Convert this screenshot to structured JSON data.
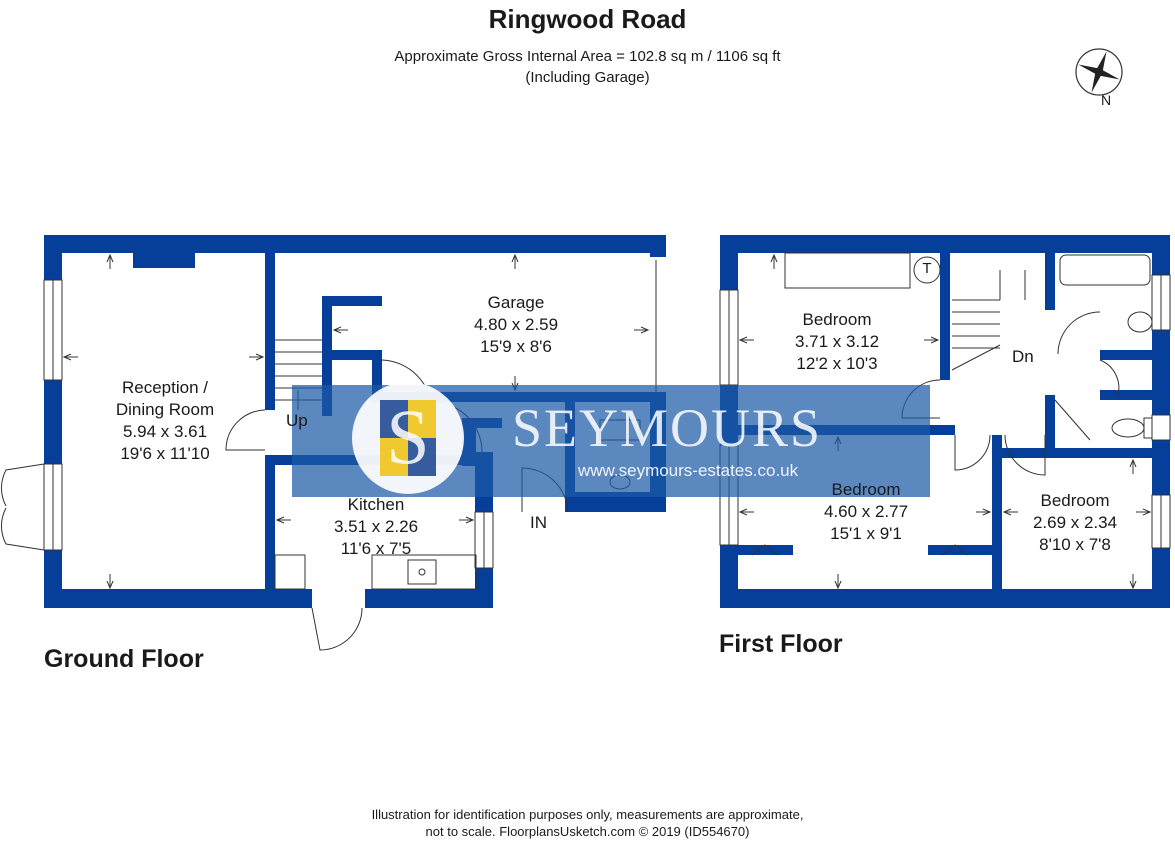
{
  "header": {
    "title": "Ringwood Road",
    "area_line": "Approximate Gross Internal Area = 102.8 sq m / 1106 sq ft",
    "area_note": "(Including Garage)",
    "compass_label": "N"
  },
  "ground_floor": {
    "label": "Ground Floor",
    "rooms": {
      "reception": {
        "name_line1": "Reception /",
        "name_line2": "Dining Room",
        "metric": "5.94 x 3.61",
        "imperial": "19'6 x 11'10"
      },
      "garage": {
        "name": "Garage",
        "metric": "4.80 x 2.59",
        "imperial": "15'9 x 8'6"
      },
      "kitchen": {
        "name": "Kitchen",
        "metric": "3.51 x 2.26",
        "imperial": "11'6 x 7'5"
      }
    },
    "stairs_label": "Up",
    "entrance_label": "IN"
  },
  "first_floor": {
    "label": "First Floor",
    "rooms": {
      "bedroom1": {
        "name": "Bedroom",
        "metric": "3.71 x 3.12",
        "imperial": "12'2 x 10'3"
      },
      "bedroom2": {
        "name": "Bedroom",
        "metric": "4.60 x 2.77",
        "imperial": "15'1 x 9'1"
      },
      "bedroom3": {
        "name": "Bedroom",
        "metric": "2.69 x 2.34",
        "imperial": "8'10 x 7'8"
      }
    },
    "stairs_label": "Dn",
    "tank_label": "T"
  },
  "watermark": {
    "logo_text": "S",
    "brand": "SEYMOURS",
    "url": "www.seymours-estates.co.uk"
  },
  "footer": {
    "line1": "Illustration for identification purposes only, measurements are approximate,",
    "line2": "not to scale. FloorplansUsketch.com © 2019 (ID554670)"
  },
  "colors": {
    "wall": "#063f99",
    "watermark_band": "#1d5aa8",
    "logo_gold": "#f0c419",
    "logo_blue": "#214b94"
  }
}
